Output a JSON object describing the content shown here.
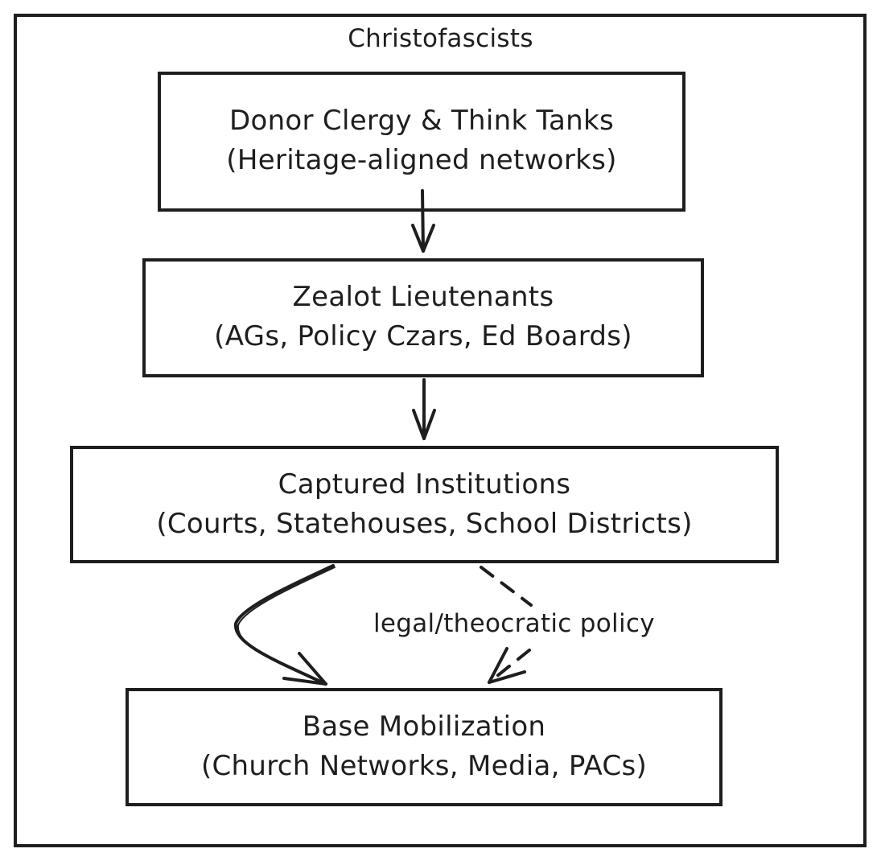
{
  "diagram": {
    "title": "Christofascists",
    "nodes": [
      {
        "id": "donor",
        "line1": "Donor Clergy & Think Tanks",
        "line2": "(Heritage-aligned networks)"
      },
      {
        "id": "lieutenants",
        "line1": "Zealot Lieutenants",
        "line2": "(AGs, Policy Czars, Ed Boards)"
      },
      {
        "id": "institutions",
        "line1": "Captured Institutions",
        "line2": "(Courts, Statehouses, School Districts)"
      },
      {
        "id": "base",
        "line1": "Base Mobilization",
        "line2": "(Church Networks, Media, PACs)"
      }
    ],
    "edges": [
      {
        "from": "donor",
        "to": "lieutenants",
        "style": "solid",
        "label": ""
      },
      {
        "from": "lieutenants",
        "to": "institutions",
        "style": "solid",
        "label": ""
      },
      {
        "from": "institutions",
        "to": "base",
        "style": "solid-curved",
        "label": ""
      },
      {
        "from": "institutions",
        "to": "base",
        "style": "dashed",
        "label": "legal/theocratic policy"
      }
    ],
    "colors": {
      "stroke": "#1e1e1e",
      "background": "#ffffff"
    }
  }
}
